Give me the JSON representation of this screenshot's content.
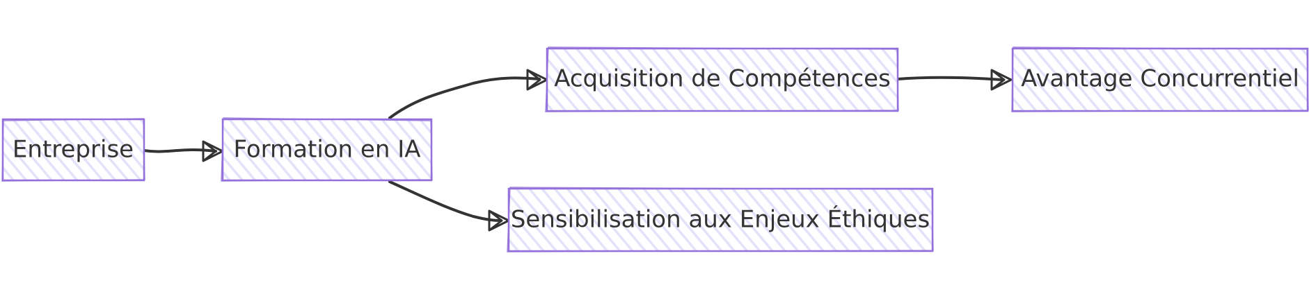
{
  "diagram": {
    "type": "flowchart",
    "direction": "left-to-right",
    "colors": {
      "node_fill": "#ececff",
      "node_stroke": "#9370db",
      "edge": "#333333",
      "text": "#333333"
    },
    "nodes": {
      "entreprise": "Entreprise",
      "formation": "Formation en IA",
      "acquisition": "Acquisition de Compétences",
      "avantage": "Avantage Concurrentiel",
      "sensibilisation": "Sensibilisation aux Enjeux Éthiques"
    },
    "edges": [
      {
        "from": "entreprise",
        "to": "formation"
      },
      {
        "from": "formation",
        "to": "acquisition"
      },
      {
        "from": "acquisition",
        "to": "avantage"
      },
      {
        "from": "formation",
        "to": "sensibilisation"
      }
    ]
  }
}
